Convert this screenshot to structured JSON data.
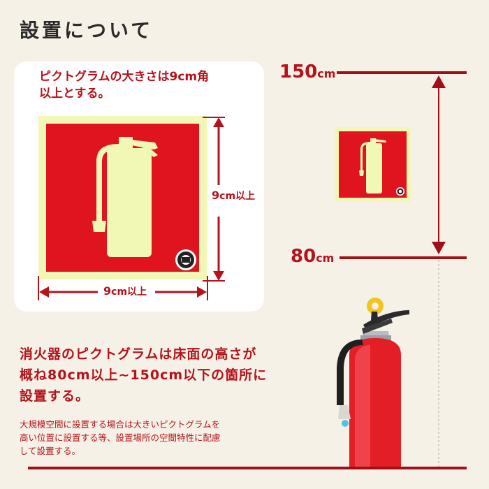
{
  "title": "設置について",
  "card": {
    "caption_line1": "ピクトグラムの大きさは9cm角",
    "caption_line2": "以上とする。",
    "height_label_num": "9",
    "height_label_unit": "cm以上",
    "width_label_num": "9",
    "width_label_unit": "cm以上"
  },
  "heights": {
    "upper_num": "150",
    "upper_unit": "cm",
    "lower_num": "80",
    "lower_unit": "cm"
  },
  "text": {
    "main_line1": "消火器のピクトグラムは床面の高さが",
    "main_line2": "概ね80cm以上~150cm以下の箇所に",
    "main_line3": "設置する。",
    "sub_line1": "大規模空間に設置する場合は大きいピクトグラムを",
    "sub_line2": "高い位置に設置する等、設置場所の空間特性に配慮",
    "sub_line3": "して設置する。"
  },
  "colors": {
    "background": "#f6f1e6",
    "accent_red": "#b5121b",
    "sign_red": "#e0141f",
    "glow_yellow": "#f1f7b5",
    "line_red": "#9e0f18"
  }
}
